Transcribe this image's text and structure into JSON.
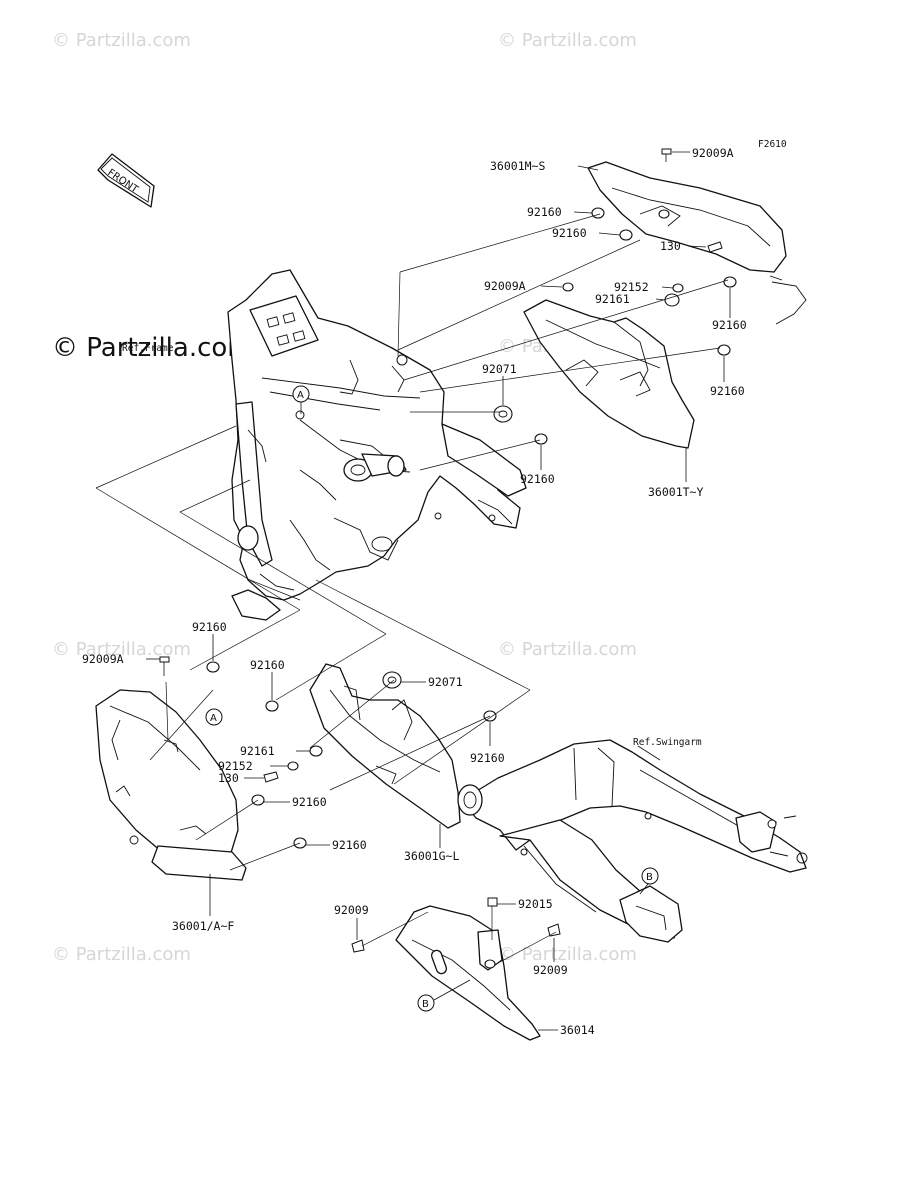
{
  "watermarks": {
    "small": "© Partzilla.com",
    "large": "© Partzilla.com"
  },
  "figure_code": "F2610",
  "direction": {
    "label": "FRONT",
    "icon": "front-arrow-icon"
  },
  "refs": {
    "frame": "Ref.Frame",
    "swingarm": "Ref.Swingarm"
  },
  "markers": {
    "a": "A",
    "b": "B"
  },
  "parts": {
    "p36001ms": "36001M~S",
    "p92009a_top": "92009A",
    "p92160_t1": "92160",
    "p92160_t2": "92160",
    "p92009a_mid": "92009A",
    "p130_top": "130",
    "p92152_top": "92152",
    "p92161_top": "92161",
    "p92160_r1": "92160",
    "p92071_top": "92071",
    "p92160_r2": "92160",
    "p92160_c": "92160",
    "p36001ty": "36001T~Y",
    "p92160_l1": "92160",
    "p92009a_left": "92009A",
    "p92160_l2": "92160",
    "p92071_mid": "92071",
    "p92161_mid": "92161",
    "p92152_mid": "92152",
    "p130_mid": "130",
    "p92160_l3": "92160",
    "p92160_m": "92160",
    "p92160_l4": "92160",
    "p36001gl": "36001G~L",
    "p36001af": "36001/A~F",
    "p92009_l": "92009",
    "p92015": "92015",
    "p92009_r": "92009",
    "p36014": "36014"
  }
}
